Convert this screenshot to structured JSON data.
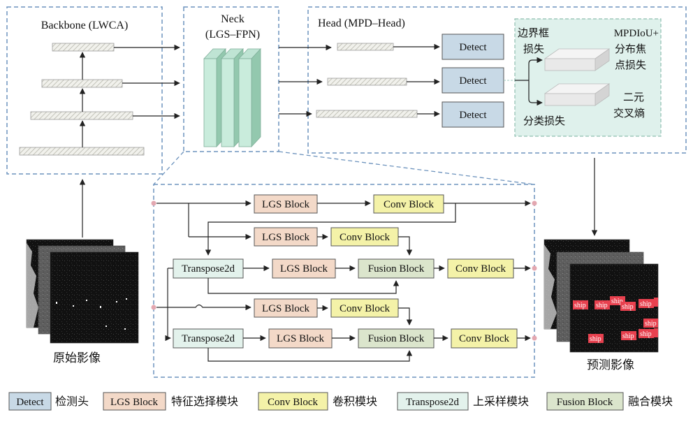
{
  "backbone": {
    "title": "Backbone (LWCA)"
  },
  "neck": {
    "title_line1": "Neck",
    "title_line2": "(LGS–FPN)"
  },
  "head": {
    "title": "Head (MPD–Head)",
    "detect_label": "Detect",
    "loss_bbox_line1": "边界框",
    "loss_bbox_line2": "损失",
    "loss_dfl_line1": "MPDIoU+",
    "loss_dfl_line2": "分布焦",
    "loss_dfl_line3": "点损失",
    "loss_cls": "分类损失",
    "loss_bce_line1": "二元",
    "loss_bce_line2": "交叉熵"
  },
  "detail": {
    "lgs_block": "LGS Block",
    "conv_block": "Conv Block",
    "transpose": "Transpose2d",
    "fusion_block": "Fusion Block"
  },
  "input": {
    "caption": "原始影像"
  },
  "output": {
    "caption": "预测影像",
    "ship_label": "ship"
  },
  "legend": [
    {
      "box": "Detect",
      "text": "检测头",
      "color": "#c8d9e6"
    },
    {
      "box": "LGS Block",
      "text": "特征选择模块",
      "color": "#f3d9c8"
    },
    {
      "box": "Conv Block",
      "text": "卷积模块",
      "color": "#f4f2a8"
    },
    {
      "box": "Transpose2d",
      "text": "上采样模块",
      "color": "#e3f2ec"
    },
    {
      "box": "Fusion Block",
      "text": "融合模块",
      "color": "#dbe5cc"
    }
  ],
  "colors": {
    "dashed_border": "#6d93bd",
    "detect": "#c8d9e6",
    "lgs": "#f3d9c8",
    "conv": "#f4f2a8",
    "transpose": "#e3f2ec",
    "fusion": "#dbe5cc",
    "loss_panel": "#dff1ec",
    "node_dot": "#e3a7b0",
    "ship": "#e8414f"
  }
}
